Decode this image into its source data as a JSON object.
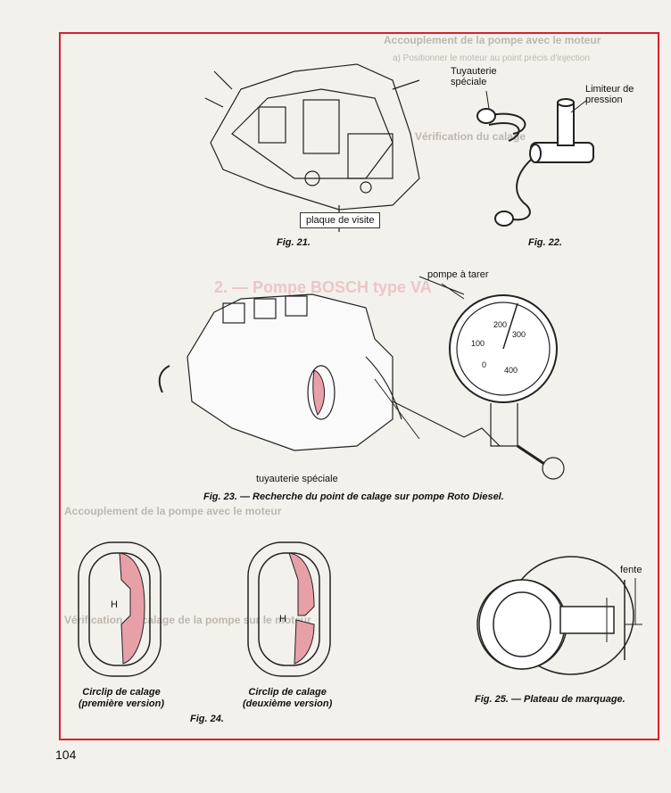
{
  "page_number": "104",
  "labels": {
    "plaque_de_visite": "plaque de visite",
    "tuyauterie_speciale_top": "Tuyauterie\nspéciale",
    "limiteur_de_pression": "Limiteur de\npression",
    "pompe_a_tarer": "pompe à tarer",
    "tuyauterie_speciale": "tuyauterie spéciale",
    "fente": "fente",
    "circlip_1": "Circlip de calage\n(première version)",
    "circlip_2": "Circlip de calage\n(deuxième version)",
    "gauge_numbers": [
      "100",
      "200",
      "300",
      "400",
      "0"
    ],
    "mark_h": "H"
  },
  "captions": {
    "fig21": "Fig. 21.",
    "fig22": "Fig. 22.",
    "fig23": "Fig. 23. — Recherche du point de calage sur pompe Roto Diesel.",
    "fig24": "Fig. 24.",
    "fig25": "Fig. 25. — Plateau de marquage."
  },
  "background_text": {
    "l1": "Accouplement de la pompe avec le moteur",
    "l2": "a) Positionner le moteur au point précis d'injection",
    "l3": "Vérification du calage",
    "l4": "2. — Pompe BOSCH type VA",
    "l5": "Accouplement de la pompe avec le moteur",
    "l6": "Vérification du calage de la pompe sur le moteur"
  },
  "colors": {
    "frame": "#d9202a",
    "highlight": "#e8a0a8"
  }
}
